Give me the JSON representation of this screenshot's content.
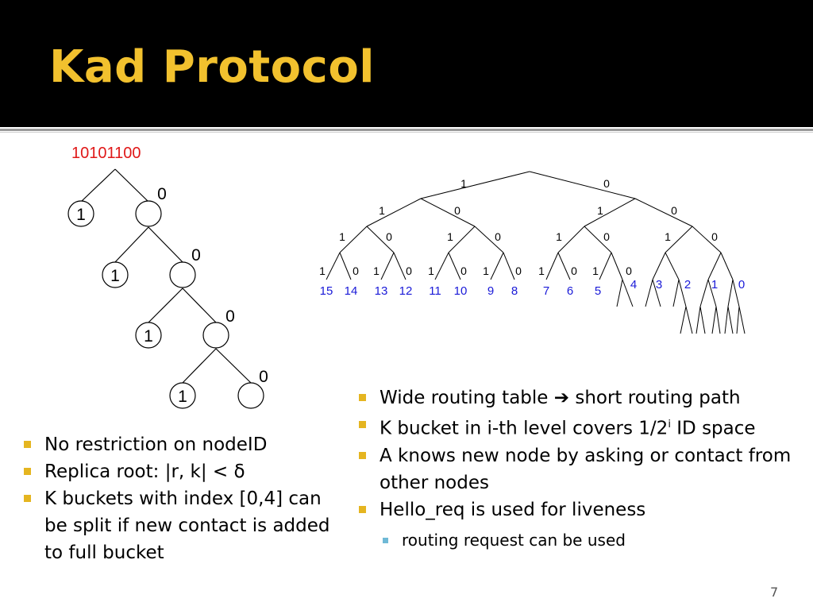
{
  "title": "Kad Protocol",
  "node_id": "10101100",
  "left_tree": {
    "leaf_labels": [
      "1",
      "1",
      "1",
      "1"
    ],
    "edge_labels": [
      "0",
      "0",
      "0",
      "0"
    ]
  },
  "right_tree": {
    "level1": [
      "1",
      "0"
    ],
    "level2": [
      "1",
      "0",
      "1",
      "0"
    ],
    "level3": [
      "1",
      "0",
      "1",
      "0",
      "1",
      "0",
      "1",
      "0"
    ],
    "level4": [
      "1",
      "0",
      "1",
      "0",
      "1",
      "0",
      "1",
      "0",
      "1",
      "0",
      "1",
      "0"
    ],
    "bucket_ids": [
      "15",
      "14",
      "13",
      "12",
      "11",
      "10",
      "9",
      "8",
      "7",
      "6",
      "5"
    ],
    "bucket_ids_right": [
      "4",
      "3",
      "2",
      "1",
      "0"
    ]
  },
  "left_bullets": [
    {
      "text": "No restriction on nodeID"
    },
    {
      "text": "Replica root: |r, k| < δ"
    },
    {
      "text": "K buckets with index [0,4] can be split if new contact is added to full bucket"
    }
  ],
  "right_bullets": {
    "b1_pre": "Wide routing table",
    "b1_arrow": "➔",
    "b1_post": "short routing path",
    "b2_pre": "K bucket in i-th level covers 1/2",
    "b2_sup": "i",
    "b2_post": "ID space",
    "b3": "A knows new node by asking or contact from other nodes",
    "b4": "Hello_req is used for liveness",
    "sub1": "routing request can be used"
  },
  "page_number": "7",
  "colors": {
    "title": "#f2c12e",
    "bullet": "#e5b520",
    "sub_bullet": "#6fb9d6",
    "id_red": "#e01818",
    "bucket_blue": "#1a1ad8"
  }
}
